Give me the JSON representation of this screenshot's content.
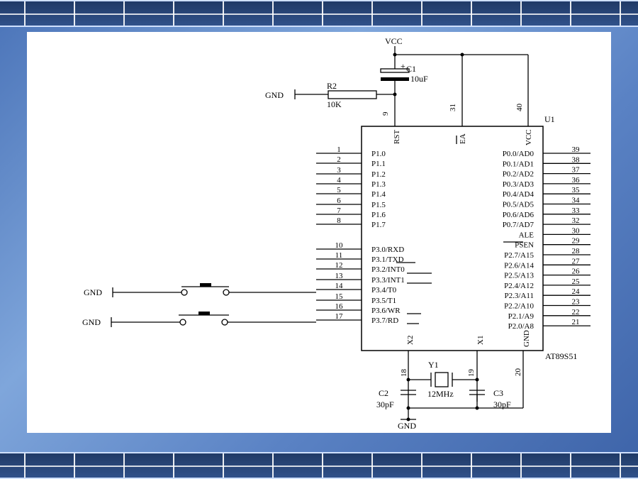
{
  "schematic": {
    "vcc": "VCC",
    "gnd": "GND",
    "c1": {
      "name": "C1",
      "value": "10uF",
      "polarity": "+"
    },
    "r2": {
      "name": "R2",
      "value": "10K"
    },
    "u1": {
      "ref": "U1",
      "part": "AT89S51"
    },
    "top_pins": [
      {
        "num": "9",
        "name": "RST"
      },
      {
        "num": "31",
        "name": "EA"
      },
      {
        "num": "40",
        "name": "VCC"
      }
    ],
    "bottom_pins": [
      {
        "num": "18",
        "name": "X2"
      },
      {
        "num": "19",
        "name": "X1"
      },
      {
        "num": "20",
        "name": "GND"
      }
    ],
    "left_pins": [
      {
        "num": "1",
        "name": "P1.0"
      },
      {
        "num": "2",
        "name": "P1.1"
      },
      {
        "num": "3",
        "name": "P1.2"
      },
      {
        "num": "4",
        "name": "P1.3"
      },
      {
        "num": "5",
        "name": "P1.4"
      },
      {
        "num": "6",
        "name": "P1.5"
      },
      {
        "num": "7",
        "name": "P1.6"
      },
      {
        "num": "8",
        "name": "P1.7"
      },
      {
        "num": "10",
        "name": "P3.0/RXD"
      },
      {
        "num": "11",
        "name": "P3.1/TXD"
      },
      {
        "num": "12",
        "name": "P3.2/INT0"
      },
      {
        "num": "13",
        "name": "P3.3/INT1"
      },
      {
        "num": "14",
        "name": "P3.4/T0"
      },
      {
        "num": "15",
        "name": "P3.5/T1"
      },
      {
        "num": "16",
        "name": "P3.6/WR"
      },
      {
        "num": "17",
        "name": "P3.7/RD"
      }
    ],
    "right_pins": [
      {
        "num": "39",
        "name": "P0.0/AD0"
      },
      {
        "num": "38",
        "name": "P0.1/AD1"
      },
      {
        "num": "37",
        "name": "P0.2/AD2"
      },
      {
        "num": "36",
        "name": "P0.3/AD3"
      },
      {
        "num": "35",
        "name": "P0.4/AD4"
      },
      {
        "num": "34",
        "name": "P0.5/AD5"
      },
      {
        "num": "33",
        "name": "P0.6/AD6"
      },
      {
        "num": "32",
        "name": "P0.7/AD7"
      },
      {
        "num": "30",
        "name": "ALE"
      },
      {
        "num": "29",
        "name": "PSEN"
      },
      {
        "num": "28",
        "name": "P2.7/A15"
      },
      {
        "num": "27",
        "name": "P2.6/A14"
      },
      {
        "num": "26",
        "name": "P2.5/A13"
      },
      {
        "num": "25",
        "name": "P2.4/A12"
      },
      {
        "num": "24",
        "name": "P2.3/A11"
      },
      {
        "num": "23",
        "name": "P2.2/A10"
      },
      {
        "num": "22",
        "name": "P2.1/A9"
      },
      {
        "num": "21",
        "name": "P2.0/A8"
      }
    ],
    "y1": {
      "name": "Y1",
      "value": "12MHz"
    },
    "c2": {
      "name": "C2",
      "value": "30pF"
    },
    "c3": {
      "name": "C3",
      "value": "30pF"
    }
  }
}
